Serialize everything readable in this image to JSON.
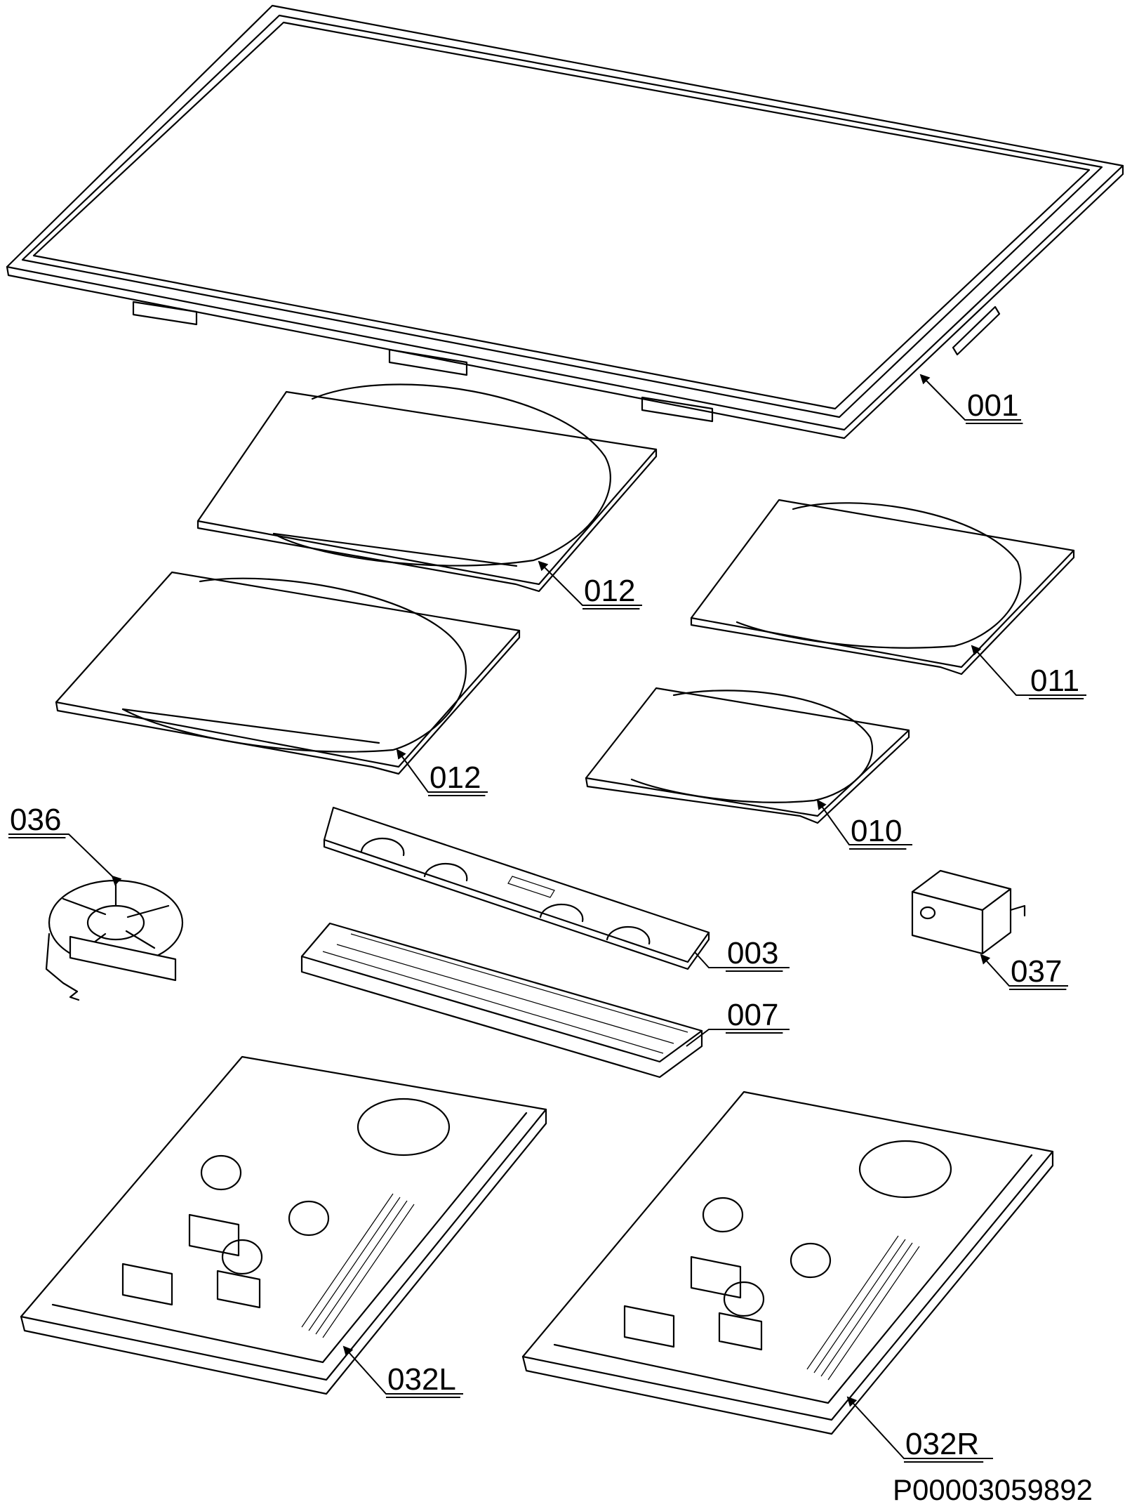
{
  "parts": [
    {
      "id": "001",
      "label": "001"
    },
    {
      "id": "012a",
      "label": "012"
    },
    {
      "id": "011",
      "label": "011"
    },
    {
      "id": "012b",
      "label": "012"
    },
    {
      "id": "010",
      "label": "010"
    },
    {
      "id": "036",
      "label": "036"
    },
    {
      "id": "003",
      "label": "003"
    },
    {
      "id": "037",
      "label": "037"
    },
    {
      "id": "007",
      "label": "007"
    },
    {
      "id": "032L",
      "label": "032L"
    },
    {
      "id": "032R",
      "label": "032R"
    }
  ],
  "document_id": "P00003059892"
}
